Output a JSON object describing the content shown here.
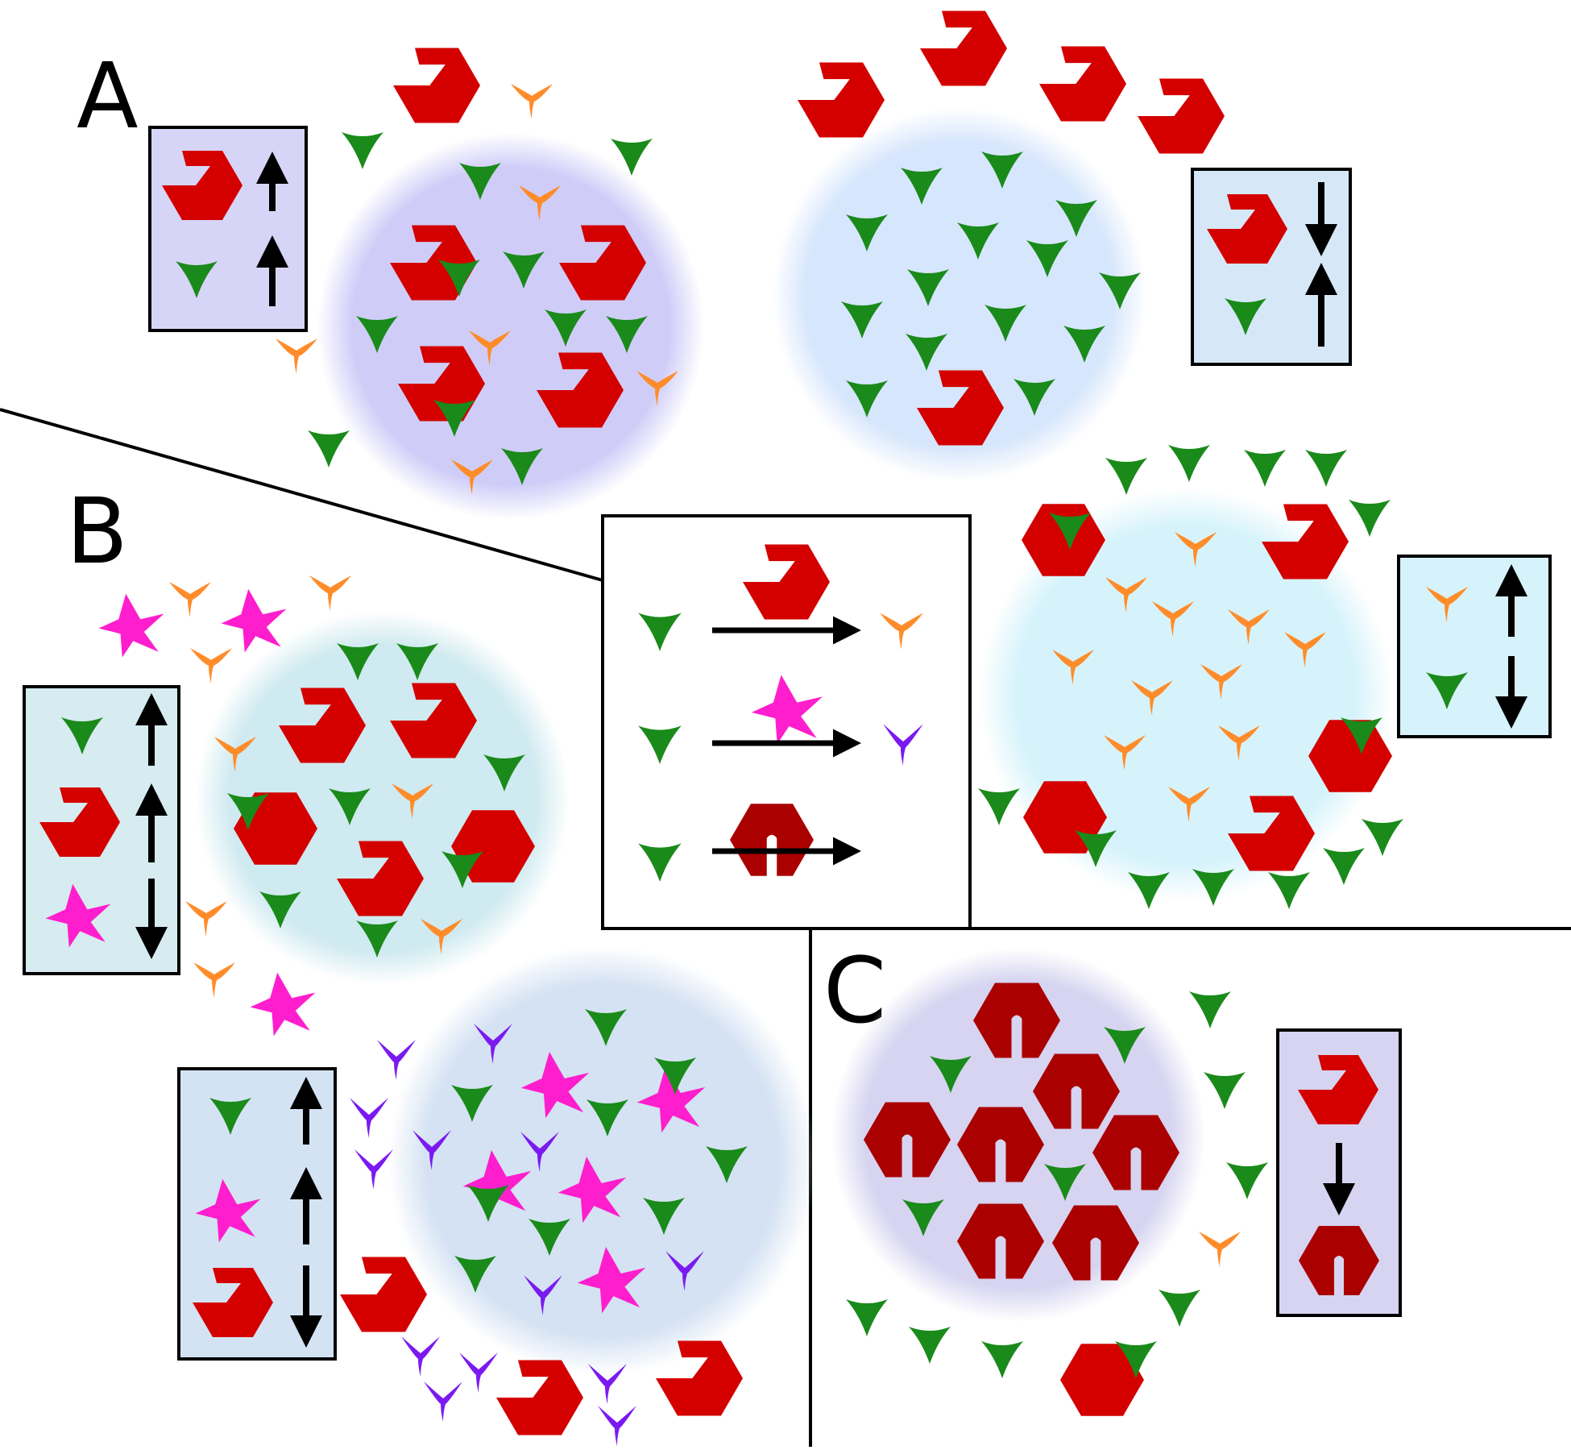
{
  "panels": {
    "A": {
      "label": "A"
    },
    "B": {
      "label": "B"
    },
    "C": {
      "label": "C"
    }
  },
  "legend": {
    "reactions": [
      {
        "reactant": "green-triangle",
        "modifier": "red-hexagon-notched",
        "product": "orange-tripod"
      },
      {
        "reactant": "green-triangle",
        "modifier": "magenta-star",
        "product": "purple-tripod"
      },
      {
        "reactant": "green-triangle",
        "modifier": "darkred-hexagon-closed",
        "product": "none"
      }
    ]
  },
  "colors": {
    "red": "#d40000",
    "dark_red": "#aa0000",
    "green": "#1a8a1a",
    "orange": "#ff8c2a",
    "magenta": "#ff1ecd",
    "purple": "#7a1af0",
    "droplet_A1": "#cfcdf8",
    "droplet_A2": "#d6e6fc",
    "droplet_B1": "#cfeaf0",
    "droplet_B2": "#d4e2f3",
    "droplet_B3": "#d6f3fb",
    "droplet_C": "#d6d4f0",
    "box_A1": "#d7d5f7",
    "box_A2": "#d6e8f8",
    "box_B1": "#d6ecf0",
    "box_B2": "#d4e3f4",
    "box_B3": "#d6f2fa",
    "box_C": "#d6d4f0"
  }
}
